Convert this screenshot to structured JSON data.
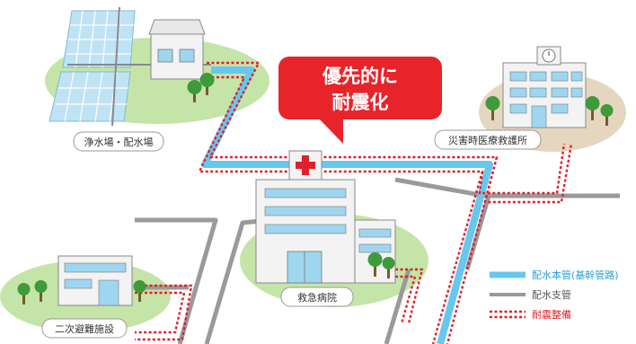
{
  "callout": {
    "line1": "優先的に",
    "line2": "耐震化"
  },
  "facilities": {
    "water_plant": "浄水場・配水場",
    "disaster_hospital": "災害時医療救護所",
    "emergency_hospital": "救急病院",
    "evacuation_facility": "二次避難施設"
  },
  "legend": {
    "main_pipe": "配水本管(基幹管路)",
    "branch_pipe": "配水支管",
    "seismic_upgrade": "耐震整備"
  },
  "colors": {
    "main_pipe": "#67c7ee",
    "branch_pipe": "#9a9a9a",
    "seismic": "#e0202a",
    "callout": "#e8242b",
    "green_ground": "#c5e4a8",
    "brown_ground": "#e5d6c0",
    "main_pipe_label": "#2a9fd8",
    "seismic_label": "#d8202a"
  }
}
